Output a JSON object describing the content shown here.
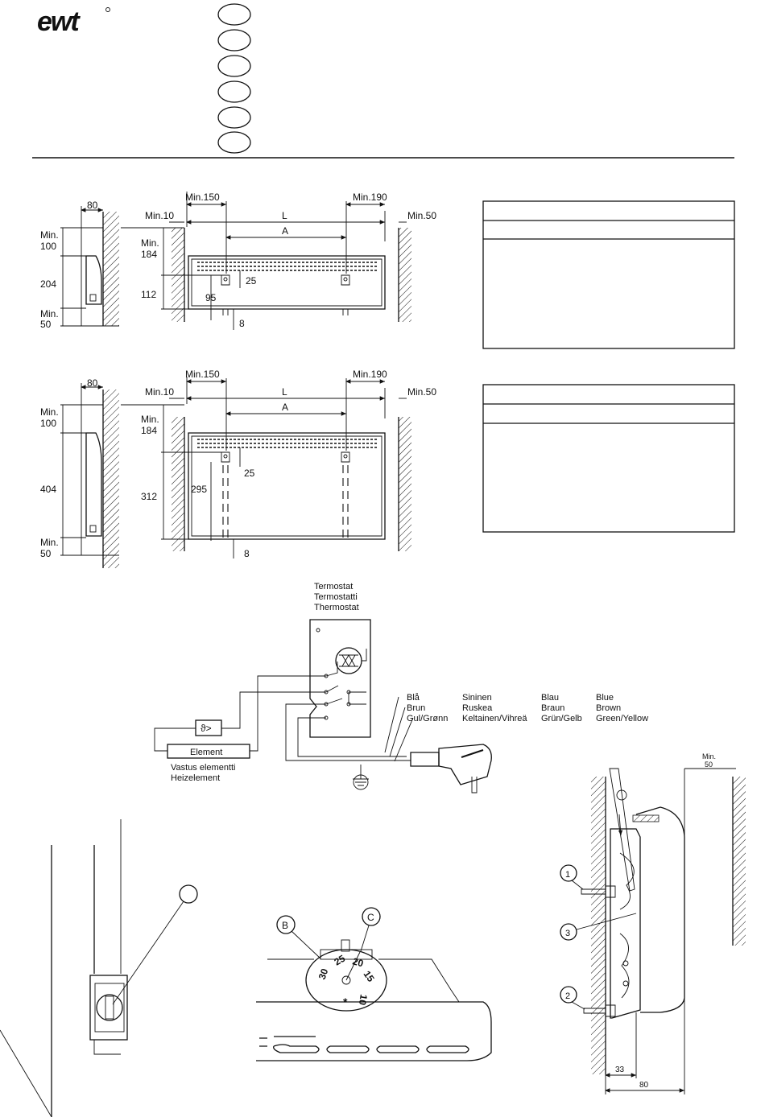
{
  "header": {
    "logo_text": "ewt",
    "language_circles": 6
  },
  "figure_top": {
    "side_width": "80",
    "side_min_top": [
      "Min.",
      "100"
    ],
    "side_height": "204",
    "side_min_bottom": [
      "Min.",
      "50"
    ],
    "min_150": "Min.150",
    "min_190": "Min.190",
    "min_10": "Min.10",
    "min_50": "Min.50",
    "L": "L",
    "A": "A",
    "min_184": [
      "Min.",
      "184"
    ],
    "dim_112": "112",
    "dim_95": "95",
    "dim_25": "25",
    "dim_8": "8"
  },
  "figure_bottom": {
    "side_width": "80",
    "side_min_top": [
      "Min.",
      "100"
    ],
    "side_height": "404",
    "side_min_bottom": [
      "Min.",
      "50"
    ],
    "min_150": "Min.150",
    "min_190": "Min.190",
    "min_10": "Min.10",
    "min_50": "Min.50",
    "L": "L",
    "A": "A",
    "min_184": [
      "Min.",
      "184"
    ],
    "dim_312": "312",
    "dim_295": "295",
    "dim_25": "25",
    "dim_8": "8"
  },
  "wiring": {
    "thermostat_labels": [
      "Termostat",
      "Termostatti",
      "Thermostat"
    ],
    "element_label": "Element",
    "element_sublabels": [
      "Vastus  elementti",
      "Heizelement"
    ],
    "wire_table": [
      [
        "Blå",
        "Sininen",
        "Blau",
        "Blue"
      ],
      [
        "Brun",
        "Ruskea",
        "Braun",
        "Brown"
      ],
      [
        "Gul/Grønn",
        "Keltainen/Vihreä",
        "Grün/Gelb",
        "Green/Yellow"
      ]
    ],
    "limiter_symbol": "ϑ>"
  },
  "knob": {
    "label_b": "B",
    "label_c": "C",
    "scale": [
      "30",
      "25",
      "20",
      "15",
      "10",
      "*"
    ]
  },
  "mounting": {
    "min_50": [
      "Min.",
      "50"
    ],
    "callouts": [
      "1",
      "2",
      "3"
    ],
    "dim_33": "33",
    "dim_80": "80"
  }
}
